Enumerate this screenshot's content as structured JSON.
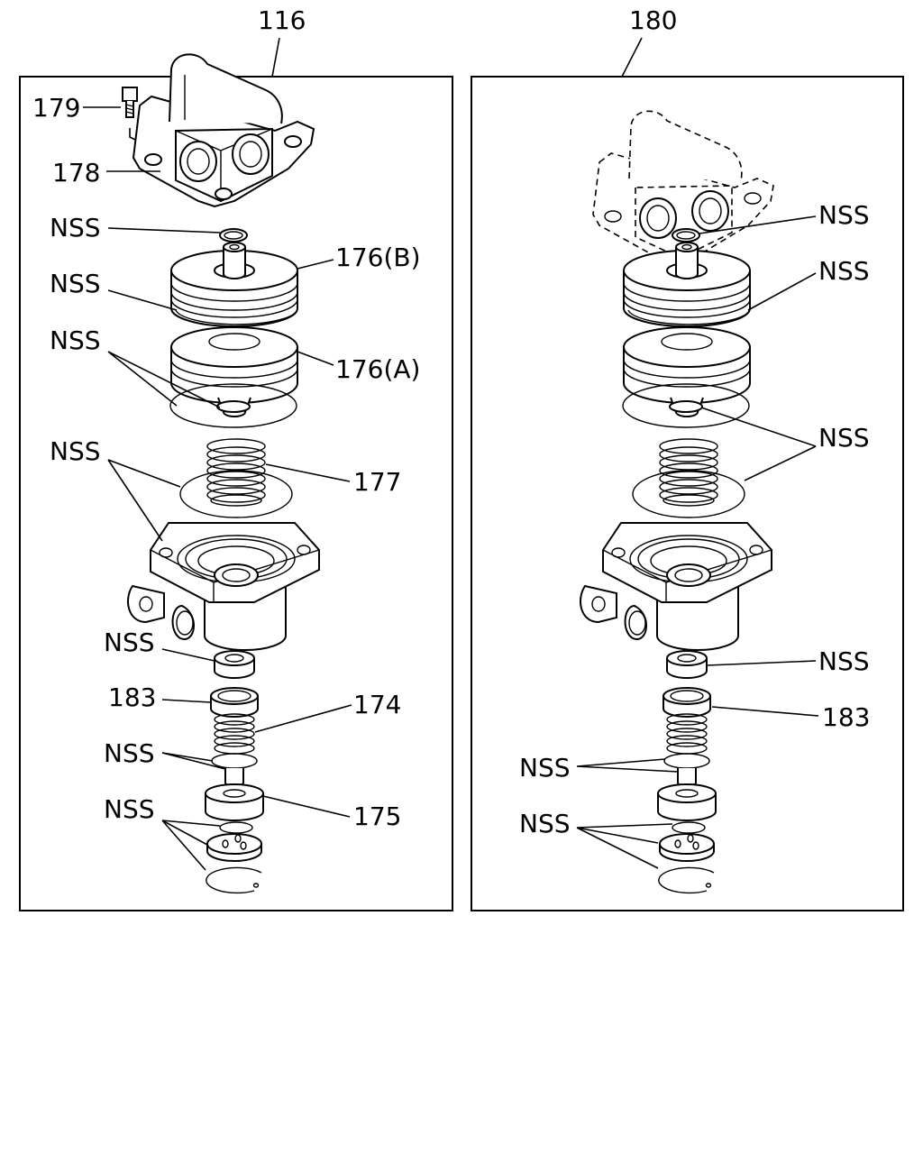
{
  "panels": [
    {
      "callout": "116",
      "labels": {
        "bolt": "179",
        "cover": "178",
        "nss_top_ring": "NSS",
        "piston_b": "176(B)",
        "nss_piston_ring": "NSS",
        "piston_a": "176(A)",
        "nss_seal_disc": "NSS",
        "spring": "177",
        "nss_body_ring": "NSS",
        "nss_valve_seat": "NSS",
        "valve_ring": "183",
        "valve_spring": "174",
        "nss_valve_pair": "NSS",
        "valve_cap": "175",
        "nss_exhaust": "NSS"
      }
    },
    {
      "callout": "180",
      "labels": {
        "nss_top_ring": "NSS",
        "nss_piston_ring": "NSS",
        "nss_seal_pair": "NSS",
        "nss_valve_seat": "NSS",
        "valve_ring": "183",
        "nss_valve_pair": "NSS",
        "nss_exhaust": "NSS"
      }
    }
  ]
}
